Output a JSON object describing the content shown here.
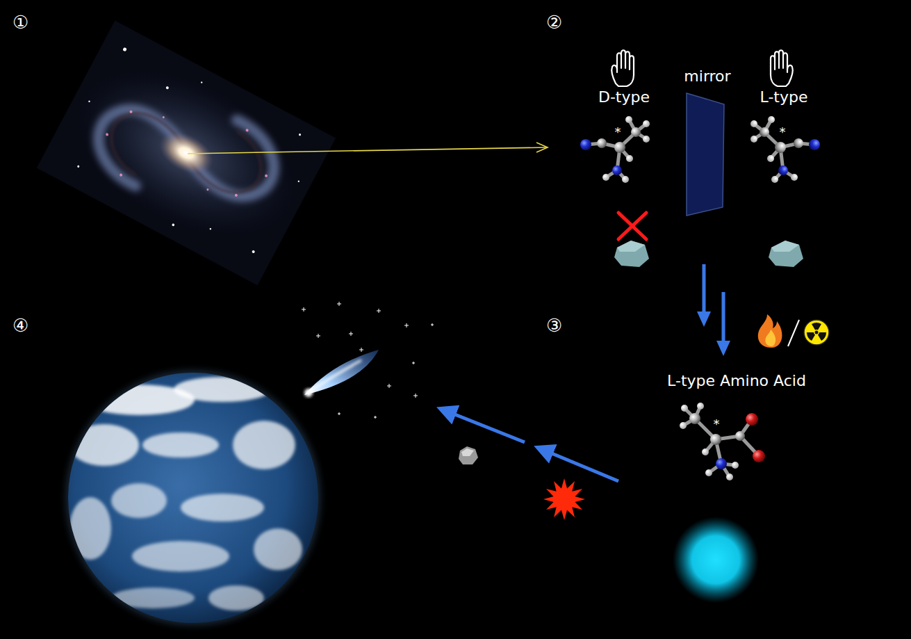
{
  "diagram": {
    "labels": [
      "①",
      "②",
      "D-type",
      "mirror",
      "L-type",
      "*",
      "*",
      "④",
      "③",
      "L-type Amino Acid",
      "*"
    ]
  }
}
